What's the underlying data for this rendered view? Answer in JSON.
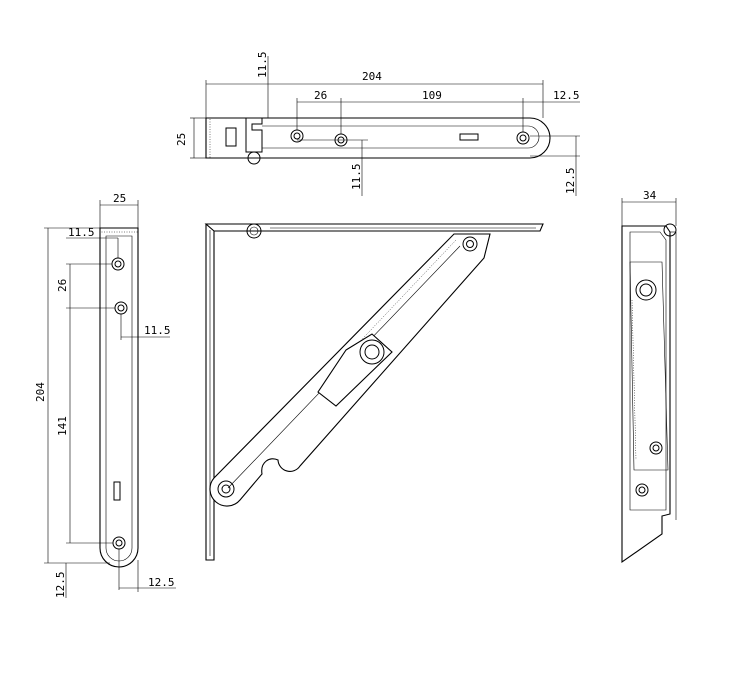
{
  "top_view": {
    "dims": {
      "overall_length": "204",
      "hole_offset": "26",
      "hole_span": "109",
      "end_margin": "12.5",
      "width": "25",
      "edge_top": "11.5",
      "edge_bottom": "11.5",
      "right_margin": "12.5"
    }
  },
  "side_view": {
    "dims": {
      "width": "25",
      "top_edge": "11.5",
      "overall_height": "204",
      "hole_offset": "26",
      "hole_side": "11.5",
      "hole_span": "141",
      "bottom_margin": "12.5",
      "bottom_side": "12.5"
    }
  },
  "end_view": {
    "dims": {
      "depth": "34"
    }
  }
}
